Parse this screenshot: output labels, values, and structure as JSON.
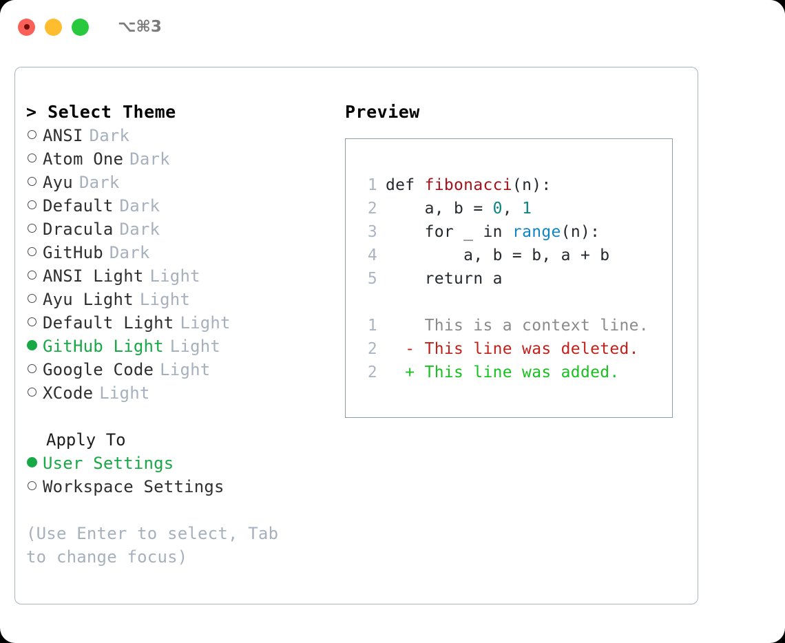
{
  "titlebar": {
    "shortcut": "⌥⌘3",
    "lights": [
      "close-red",
      "minimize-yellow",
      "maximize-green"
    ]
  },
  "theme_panel": {
    "header": "> Select Theme",
    "items": [
      {
        "label": "ANSI",
        "badge": "Dark",
        "selected": false
      },
      {
        "label": "Atom One",
        "badge": "Dark",
        "selected": false
      },
      {
        "label": "Ayu",
        "badge": "Dark",
        "selected": false
      },
      {
        "label": "Default",
        "badge": "Dark",
        "selected": false
      },
      {
        "label": "Dracula",
        "badge": "Dark",
        "selected": false
      },
      {
        "label": "GitHub",
        "badge": "Dark",
        "selected": false
      },
      {
        "label": "ANSI Light",
        "badge": "Light",
        "selected": false
      },
      {
        "label": "Ayu Light",
        "badge": "Light",
        "selected": false
      },
      {
        "label": "Default Light",
        "badge": "Light",
        "selected": false
      },
      {
        "label": "GitHub Light",
        "badge": "Light",
        "selected": true
      },
      {
        "label": "Google Code",
        "badge": "Light",
        "selected": false
      },
      {
        "label": "XCode",
        "badge": "Light",
        "selected": false
      }
    ]
  },
  "apply_to": {
    "header": "Apply To",
    "items": [
      {
        "label": "User Settings",
        "selected": true
      },
      {
        "label": "Workspace Settings",
        "selected": false
      }
    ]
  },
  "hint": "(Use Enter to select, Tab to change focus)",
  "preview": {
    "title": "Preview",
    "code_lines": [
      {
        "no": "1",
        "tokens": [
          {
            "t": "def ",
            "c": "kw"
          },
          {
            "t": "fibonacci",
            "c": "fn"
          },
          {
            "t": "(n):",
            "c": "plain"
          }
        ]
      },
      {
        "no": "2",
        "tokens": [
          {
            "t": "    a, b = ",
            "c": "plain"
          },
          {
            "t": "0",
            "c": "num"
          },
          {
            "t": ", ",
            "c": "plain"
          },
          {
            "t": "1",
            "c": "num"
          }
        ]
      },
      {
        "no": "3",
        "tokens": [
          {
            "t": "    for _ in ",
            "c": "plain"
          },
          {
            "t": "range",
            "c": "call"
          },
          {
            "t": "(n):",
            "c": "plain"
          }
        ]
      },
      {
        "no": "4",
        "tokens": [
          {
            "t": "        a, b = b, a + b",
            "c": "plain"
          }
        ]
      },
      {
        "no": "5",
        "tokens": [
          {
            "t": "    return a",
            "c": "plain"
          }
        ]
      }
    ],
    "diff_lines": [
      {
        "no": "1",
        "marker": " ",
        "text": " This is a context line.",
        "kind": "ctx"
      },
      {
        "no": "2",
        "marker": "-",
        "text": " This line was deleted.",
        "kind": "del"
      },
      {
        "no": "2",
        "marker": "+",
        "text": " This line was added.",
        "kind": "add"
      }
    ]
  },
  "colors": {
    "accent_green": "#18a845",
    "badge_gray": "#a7b0bd",
    "border": "#a9b4c0",
    "preview_border": "#8f9aa8",
    "lineno": "#aab4c2",
    "fn_red": "#a3131a",
    "num_teal": "#0b8484",
    "call_blue": "#1184c4",
    "diff_del": "#c0211a",
    "diff_add": "#18c020",
    "diff_ctx": "#8a8a8a"
  }
}
